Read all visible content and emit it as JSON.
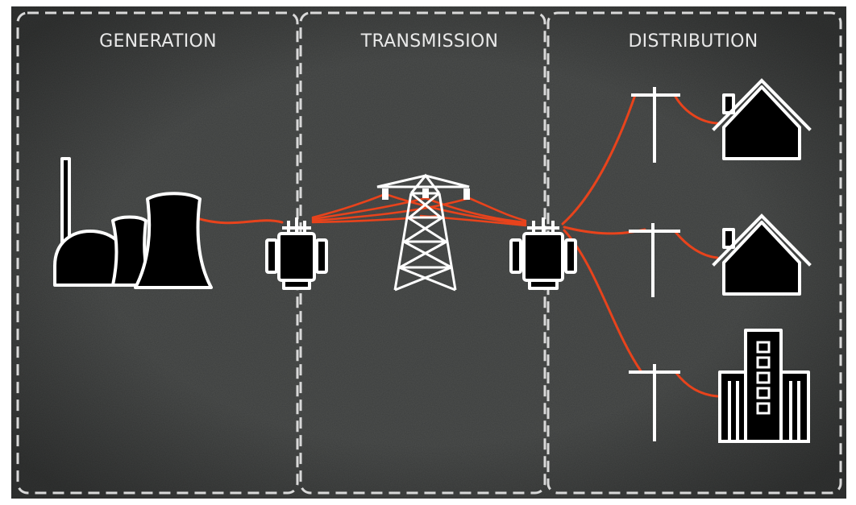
{
  "panels": [
    {
      "title": "GENERATION"
    },
    {
      "title": "TRANSMISSION"
    },
    {
      "title": "DISTRIBUTION"
    }
  ],
  "colors": {
    "board": "#3c3e3d",
    "power_line": "#e8431c",
    "icon_outline": "#ffffff",
    "icon_fill": "#000000",
    "divider": "#d9d9d9"
  },
  "icons": [
    "power-plant-icon",
    "step-up-transformer-icon",
    "transmission-tower-icon",
    "step-down-transformer-icon",
    "utility-pole-icon",
    "house-icon",
    "office-building-icon"
  ]
}
